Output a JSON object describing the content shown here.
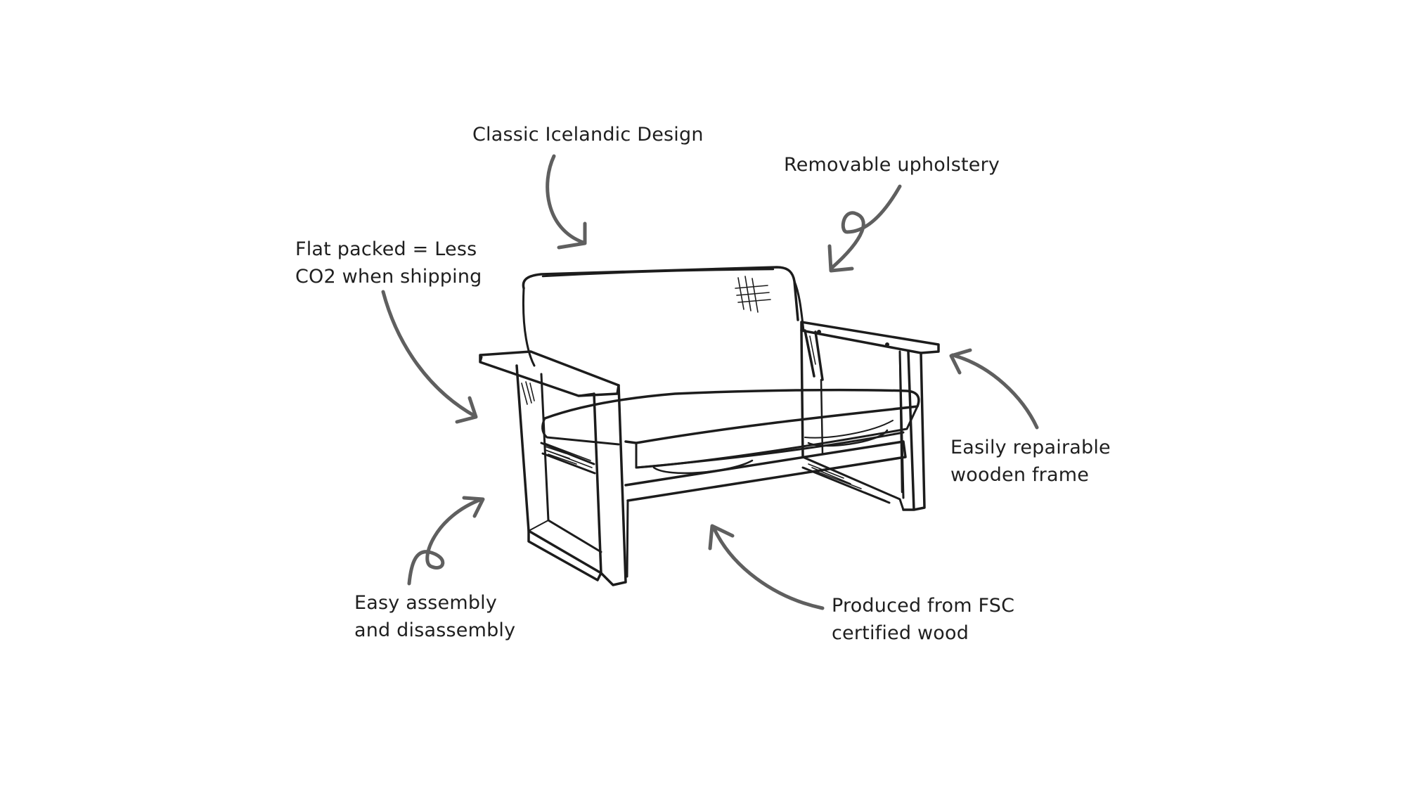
{
  "annotations": {
    "design": "Classic Icelandic Design",
    "upholstery": "Removable upholstery",
    "flatpack_line1": "Flat packed = Less",
    "flatpack_line2": "CO2 when shipping",
    "repair_line1": "Easily repairable",
    "repair_line2": "wooden frame",
    "assembly_line1": "Easy assembly",
    "assembly_line2": "and disassembly",
    "fsc_line1": "Produced from FSC",
    "fsc_line2": "certified wood"
  },
  "colors": {
    "text": "#1f1f1f",
    "arrow": "#5f5f5f",
    "sketch": "#1c1c1c",
    "background": "#ffffff"
  }
}
